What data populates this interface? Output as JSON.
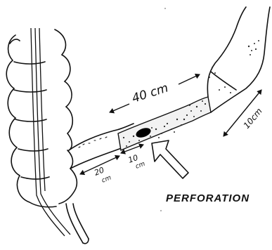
{
  "diagram": {
    "colors": {
      "ink": "#111111",
      "paper": "#ffffff",
      "stipple": "#2a2a2a",
      "lesion": "#000000"
    },
    "labels": {
      "segment_40": "40 cm",
      "segment_10_right": "10cm",
      "segment_20_num": "20",
      "segment_20_unit": "cm",
      "segment_10_mid_num": "10",
      "segment_10_mid_unit": "cm",
      "perforation": "PERFORATION"
    },
    "icons": [
      "double-arrow-icon",
      "pointer-arrow-icon"
    ]
  }
}
